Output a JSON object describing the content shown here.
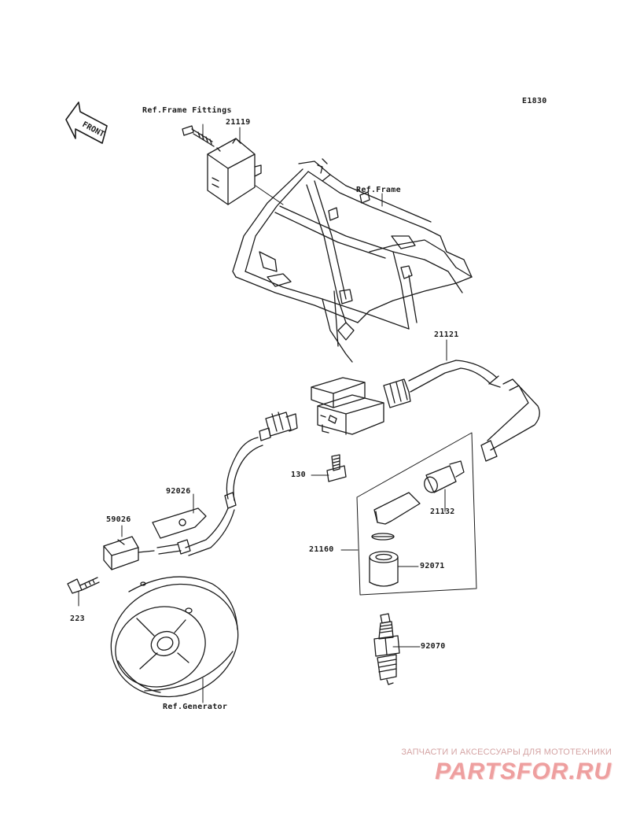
{
  "diagram_code": "E1830",
  "front_label": "FRONT",
  "labels": {
    "ref_frame_fittings": "Ref.Frame Fittings",
    "p21119": "21119",
    "ref_frame": "Ref.Frame",
    "p21121": "21121",
    "p130": "130",
    "p21132": "21132",
    "p21160": "21160",
    "p92071": "92071",
    "p92070": "92070",
    "p92026": "92026",
    "p59026": "59026",
    "p223": "223",
    "ref_generator": "Ref.Generator"
  },
  "watermark": {
    "tagline": "ЗАПЧАСТИ И АКСЕССУАРЫ ДЛЯ МОТОТЕХНИКИ",
    "logo": "PARTSFOR.RU"
  },
  "colors": {
    "line": "#1a1a1a",
    "watermark": "#ee9f9f"
  }
}
